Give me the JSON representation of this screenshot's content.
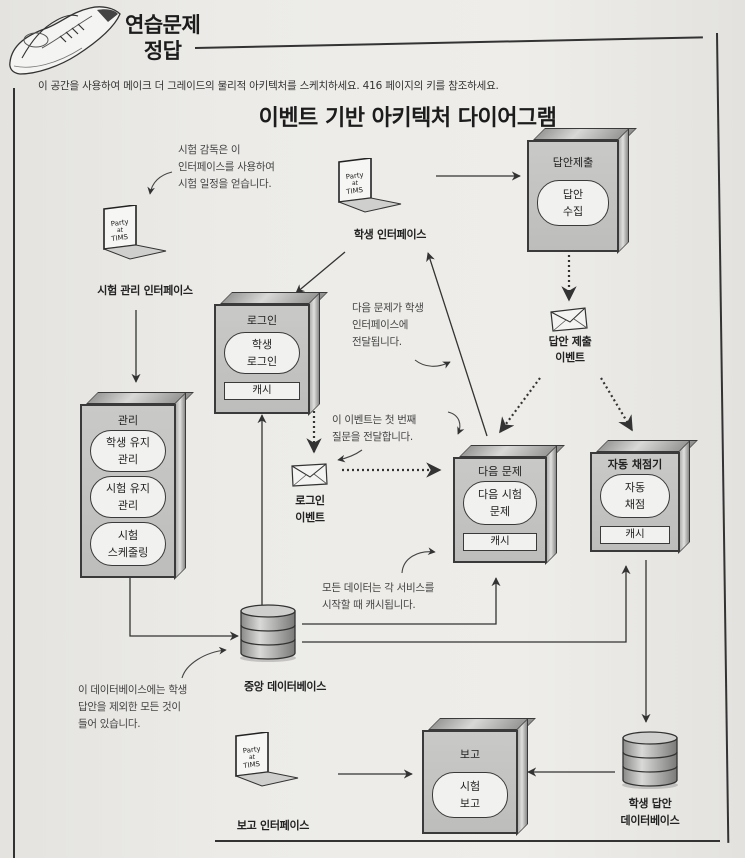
{
  "header": {
    "exercise_title_line1": "연습문제",
    "exercise_title_line2": "정답",
    "instruction": "이 공간을 사용하여 메이크 더 그레이드의 물리적 아키텍처를 스케치하세요. 416 페이지의 키를 참조하세요.",
    "diagram_title": "이벤트 기반 아키텍처 다이어그램",
    "mascot_icon": "sneakers-icon"
  },
  "interfaces": {
    "exam_admin": {
      "label": "시험 관리 인터페이스",
      "screen_text": "Party at TIMS"
    },
    "student": {
      "label": "학생 인터페이스",
      "screen_text": "Party at TIMS"
    },
    "report": {
      "label": "보고 인터페이스",
      "screen_text": "Party at TIMS"
    }
  },
  "services": {
    "answer_submit": {
      "name": "답안제출",
      "components": [
        "답안\n수집"
      ]
    },
    "login": {
      "name": "로그인",
      "components": [
        "학생\n로그인"
      ],
      "cache": "캐시"
    },
    "admin": {
      "name": "관리",
      "components": [
        "학생 유지\n관리",
        "시험 유지\n관리",
        "시험\n스케줄링"
      ]
    },
    "next_question": {
      "name": "다음 문제",
      "components": [
        "다음 시험\n문제"
      ],
      "cache": "캐시"
    },
    "auto_grader": {
      "name": "자동 채점기",
      "components": [
        "자동\n채점"
      ],
      "cache": "캐시"
    },
    "report": {
      "name": "보고",
      "components": [
        "시험\n보고"
      ]
    }
  },
  "events": {
    "answer_submitted": {
      "line1": "답안 제출",
      "line2": "이벤트"
    },
    "login": {
      "line1": "로그인",
      "line2": "이벤트"
    }
  },
  "databases": {
    "central": {
      "label": "중앙 데이터베이스"
    },
    "student_answers": {
      "line1": "학생 답안",
      "line2": "데이터베이스"
    }
  },
  "annotations": {
    "admin_note": [
      "시험 감독은 이",
      "인터페이스를 사용하여",
      "시험 일정을 얻습니다."
    ],
    "next_question_note": [
      "다음 문제가 학생",
      "인터페이스에",
      "전달됩니다."
    ],
    "login_event_note": [
      "이 이벤트는 첫 번째",
      "질문을 전달합니다."
    ],
    "cache_note": [
      "모든 데이터는 각 서비스를",
      "시작할 때 캐시됩니다."
    ],
    "db_note": [
      "이 데이터베이스에는 학생",
      "답안을 제외한 모든 것이",
      "들어 있습니다."
    ]
  }
}
